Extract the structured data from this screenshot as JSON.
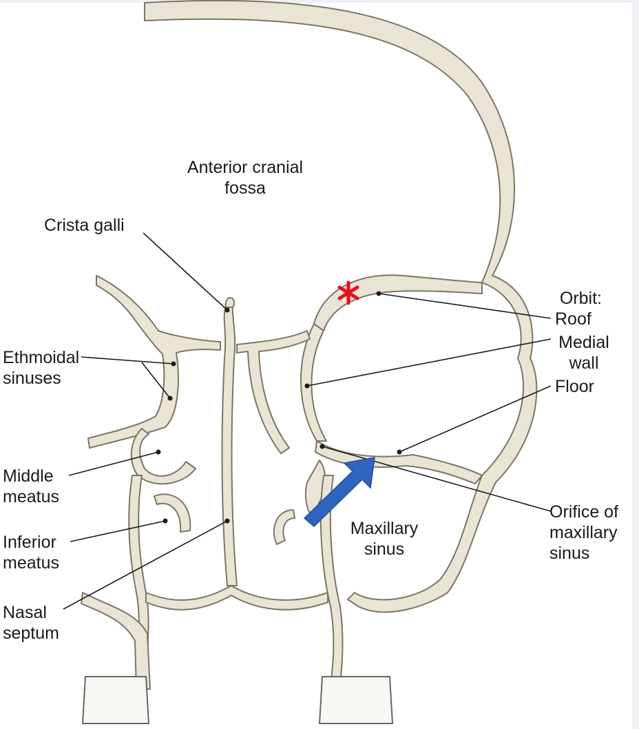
{
  "labels": {
    "anterior_cranial_fossa": [
      "Anterior cranial",
      "fossa"
    ],
    "crista_galli": [
      "Crista galli"
    ],
    "ethmoidal_sinuses": [
      "Ethmoidal",
      "sinuses"
    ],
    "middle_meatus": [
      "Middle",
      "meatus"
    ],
    "inferior_meatus": [
      "Inferior",
      "meatus"
    ],
    "nasal_septum": [
      "Nasal",
      "septum"
    ],
    "maxillary_sinus": [
      "Maxillary",
      "sinus"
    ],
    "orbit": [
      "Orbit:"
    ],
    "roof": [
      "Roof"
    ],
    "medial_wall": [
      "Medial",
      "wall"
    ],
    "floor": [
      "Floor"
    ],
    "orifice_of_maxillary_sinus": [
      "Orifice of",
      "maxillary",
      "sinus"
    ]
  },
  "colors": {
    "bone_fill": "#e9e4d3",
    "bone_stroke": "#7b7568",
    "pointer_line": "#1a1a1a",
    "star_marker": "#e8101a",
    "arrow_marker": "#2e64c0",
    "tooth_fill": "#f7f7f4"
  },
  "markers": {
    "star_icon": "red-asterisk-icon",
    "arrow_icon": "blue-arrow-icon"
  }
}
